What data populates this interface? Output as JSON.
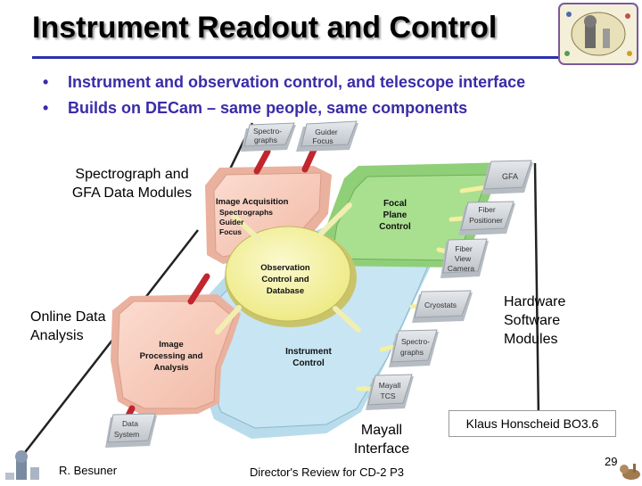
{
  "slide": {
    "title": "Instrument Readout and Control",
    "bullets": [
      "Instrument and observation control, and telescope interface",
      "Builds on DECam – same people, same components"
    ],
    "bullet_marker": "•"
  },
  "diagram": {
    "top_modules": {
      "spectrographs": [
        "Spectro-",
        "graphs"
      ],
      "guider_focus": [
        "Guider",
        "Focus"
      ]
    },
    "image_acquisition": {
      "title": "Image Acquisition",
      "items": [
        "Spectrographs",
        "Guider",
        "Focus"
      ]
    },
    "focal_plane_control": [
      "Focal",
      "Plane",
      "Control"
    ],
    "observation_control": [
      "Observation",
      "Control and",
      "Database"
    ],
    "image_processing": [
      "Image",
      "Processing and",
      "Analysis"
    ],
    "instrument_control": [
      "Instrument",
      "Control"
    ],
    "data_system": [
      "Data",
      "System"
    ],
    "right_modules": {
      "gfa": "GFA",
      "fiber_positioner": [
        "Fiber",
        "Positioner"
      ],
      "fiber_view_camera": [
        "Fiber",
        "View",
        "Camera"
      ],
      "cryostats": "Cryostats",
      "spectrographs": [
        "Spectro-",
        "graphs"
      ],
      "mayall_tcs": [
        "Mayall",
        "TCS"
      ]
    }
  },
  "annotations": {
    "spectrograph_gfa": [
      "Spectrograph and",
      "GFA Data Modules"
    ],
    "online_data": [
      "Online Data",
      "Analysis"
    ],
    "hardware": [
      "Hardware",
      "Software",
      "Modules"
    ],
    "mayall_interface": [
      "Mayall",
      "Interface"
    ],
    "klaus_note": "Klaus Honscheid BO3.6"
  },
  "footer": {
    "author": "R. Besuner",
    "review": "Director's Review for CD-2 P3",
    "page_number": "29"
  },
  "colors": {
    "title_rule": "#2a2fb0",
    "bullet_text": "#3a2ba8",
    "salmon": "#f9cfc0",
    "green": "#a8e090",
    "blue": "#c7e5f2",
    "yellow": "#f7f5a8",
    "gray_module": "#d3d7dc",
    "connector_red": "#c0262e"
  }
}
